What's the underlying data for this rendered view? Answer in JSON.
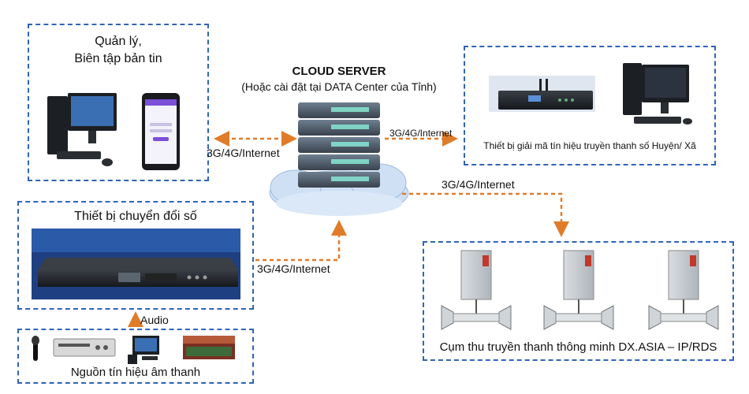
{
  "cloud": {
    "title": "CLOUD SERVER",
    "subtitle": "(Hoặc cài đặt tại DATA Center của Tỉnh)"
  },
  "management": {
    "title_line1": "Quản lý,",
    "title_line2": "Biên tập bản tin"
  },
  "decoder": {
    "caption": "Thiết bị giải mã tín hiệu truyền thanh số Huyện/ Xã"
  },
  "converter": {
    "title": "Thiết bị chuyển đổi số"
  },
  "sources": {
    "caption": "Nguồn tín hiệu âm thanh"
  },
  "speakers": {
    "caption": "Cụm thu truyền thanh thông minh DX.ASIA – IP/RDS"
  },
  "links": {
    "mgmt": "3G/4G/Internet",
    "decoder": "3G/4G/Internet",
    "speakers": "3G/4G/Internet",
    "converter": "3G/4G/Internet",
    "audio": "Audio"
  },
  "colors": {
    "border": "#2f64b8",
    "arrow": "#e07b2a",
    "cloud": "#cfe0f5"
  }
}
